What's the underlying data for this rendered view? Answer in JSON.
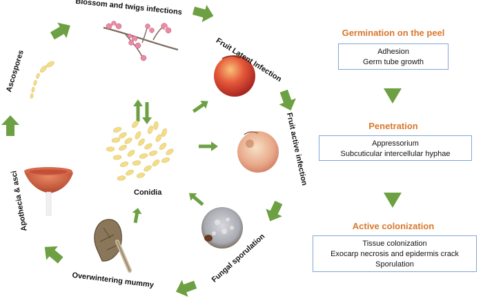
{
  "cycle": {
    "blossom": "Blossom and twigs infections",
    "fruit_latent": "Fruit Latent Infection",
    "fruit_active": "Fruit active infection",
    "fungal_sporulation": "Fungal sporulation",
    "overwintering": "Overwintering mummy",
    "apothecia": "Apothecia & asci",
    "ascospores": "Ascospores",
    "conidia": "Conidia"
  },
  "steps": [
    {
      "title": "Germination on the peel",
      "lines": [
        "Adhesion",
        "Germ tube growth"
      ]
    },
    {
      "title": "Penetration",
      "lines": [
        "Appressorium",
        "Subcuticular intercellular hyphae"
      ]
    },
    {
      "title": "Active colonization",
      "lines": [
        "Tissue colonization",
        "Exocarp necrosis and epidermis crack",
        "Sporulation"
      ]
    }
  ],
  "colors": {
    "arrow": "#6da042",
    "step_title": "#d9772b",
    "box_border": "#7ea6d8"
  }
}
